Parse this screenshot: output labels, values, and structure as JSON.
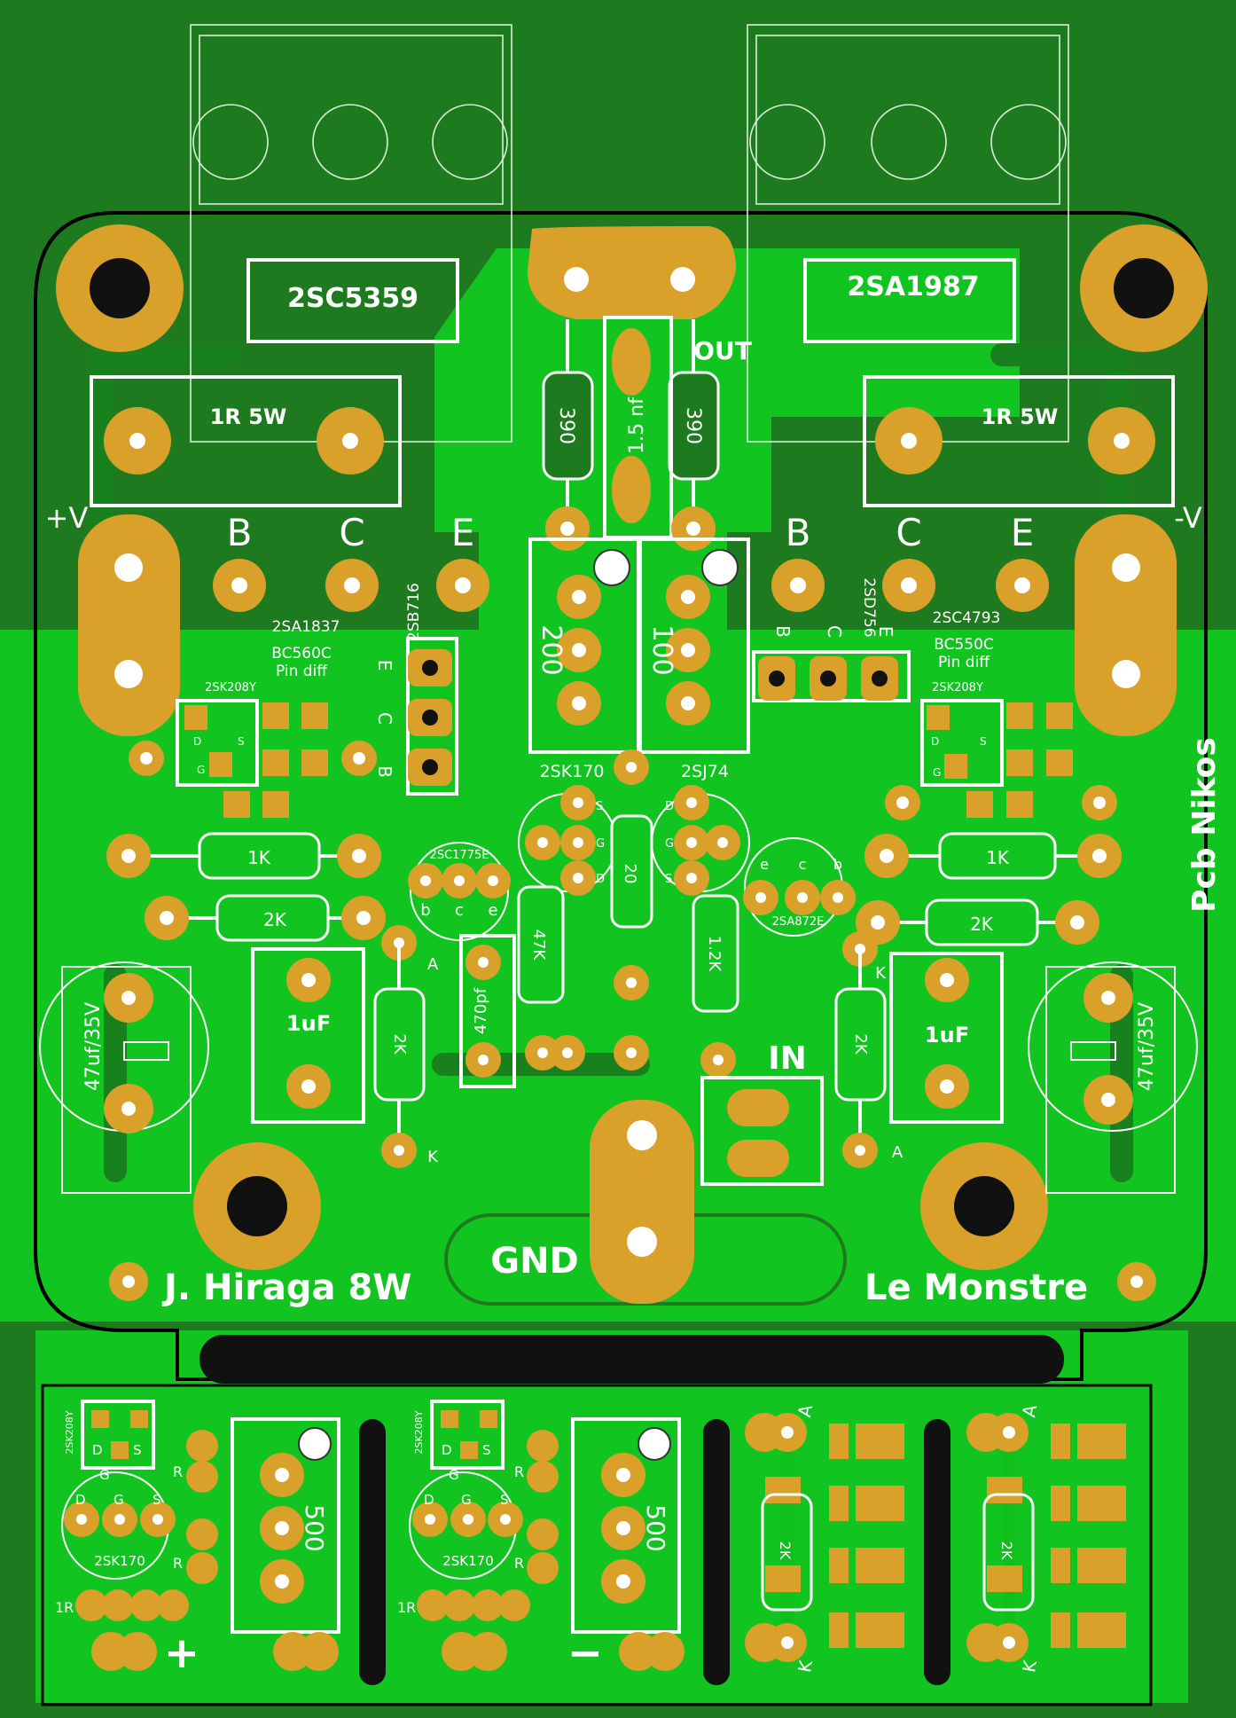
{
  "colors": {
    "board_dark": "#1e7a1e",
    "copper_pour": "#12c41f",
    "pad": "#d9a12a",
    "silkscreen": "#ffffff",
    "slot": "#111111"
  },
  "transistors_top": {
    "left_power": "2SC5359",
    "right_power": "2SA1987"
  },
  "resistors_power": {
    "left": "1R 5W",
    "right": "1R 5W"
  },
  "pins_left": {
    "b": "B",
    "c": "C",
    "e": "E"
  },
  "pins_right": {
    "b": "B",
    "c": "C",
    "e": "E"
  },
  "supply": {
    "pos": "+V",
    "neg": "-V"
  },
  "output": {
    "label": "OUT"
  },
  "feedback": {
    "r_left": "390",
    "cap": "1.5 nf",
    "r_right": "390"
  },
  "trimmers": {
    "left": "200",
    "right": "100"
  },
  "drivers": {
    "left_pnp": "2SA1837",
    "left_note1": "BC560C",
    "left_note2": "Pin diff",
    "left_vbe": "2SB716",
    "right_npn": "2SC4793",
    "right_note1": "BC550C",
    "right_note2": "Pin diff",
    "right_vbe": "2SD756",
    "ecb_left": [
      "E",
      "C",
      "B"
    ],
    "bce_right": [
      "B",
      "C",
      "E"
    ]
  },
  "jfets": {
    "left_ccs": "2SK208Y",
    "right_ccs": "2SK208Y",
    "n_input": "2SK170",
    "p_input": "2SJ74",
    "pin_s": "S",
    "pin_g": "G",
    "pin_d": "D"
  },
  "small_signal": {
    "left_bjt": "2SC1775E",
    "right_bjt": "2SA872E",
    "left_pins": [
      "b",
      "c",
      "e"
    ],
    "right_pins": [
      "e",
      "c",
      "b"
    ]
  },
  "resistors": {
    "r1k_left": "1K",
    "r2k_left": "2K",
    "r1k_right": "1K",
    "r2k_right": "2K",
    "r47k": "47K",
    "r20": "20",
    "r12k": "1.2K",
    "r2k_vert_left": "2K",
    "r2k_vert_right": "2K"
  },
  "caps": {
    "left_elec": "47uf/35V",
    "right_elec": "47uf/35V",
    "left_film": "1uF",
    "right_film": "1uF",
    "input_cap": "470pf"
  },
  "led_pins": {
    "a": "A",
    "k": "K"
  },
  "input": {
    "label": "IN"
  },
  "ground": {
    "label": "GND"
  },
  "credits": {
    "designer": "J. Hiraga 8W",
    "name": "Le Monstre",
    "pcb": "Pcb Nikos"
  },
  "bottom_modules": {
    "ccs_jfet_top": "2SK208Y",
    "ccs_jfet_bottom": "2SK170",
    "pin_d": "D",
    "pin_s": "S",
    "pin_g": "G",
    "pin_r": "R",
    "trimmer": "500",
    "shunt": "1R",
    "plus": "+",
    "minus": "−",
    "led_r": "2K",
    "a": "A",
    "k": "K"
  }
}
